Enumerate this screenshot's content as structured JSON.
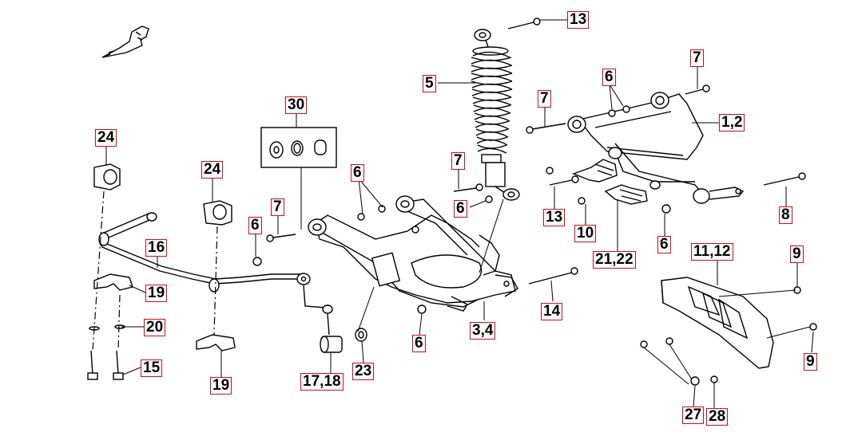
{
  "callouts": {
    "c13a": "13",
    "c5": "5",
    "c7a": "7",
    "c6a": "6",
    "c7b": "7",
    "c12": "1,2",
    "c30": "30",
    "c24a": "24",
    "c24b": "24",
    "c6b": "6",
    "c7c": "7",
    "c7d": "7",
    "c6c": "6",
    "c13b": "13",
    "c10": "10",
    "c2122": "21,22",
    "c8": "8",
    "c6d": "6",
    "c6e": "6",
    "c16": "16",
    "c19a": "19",
    "c20": "20",
    "c15": "15",
    "c19b": "19",
    "c1718": "17,18",
    "c23": "23",
    "c6f": "6",
    "c34": "3,4",
    "c14": "14",
    "c1112": "11,12",
    "c9a": "9",
    "c9b": "9",
    "c27": "27",
    "c28": "28"
  },
  "colors": {
    "callout_border": "#c8101a",
    "line": "#000000",
    "background": "#ffffff"
  },
  "icons": {
    "direction_arrow": "front-direction-arrow-icon"
  }
}
